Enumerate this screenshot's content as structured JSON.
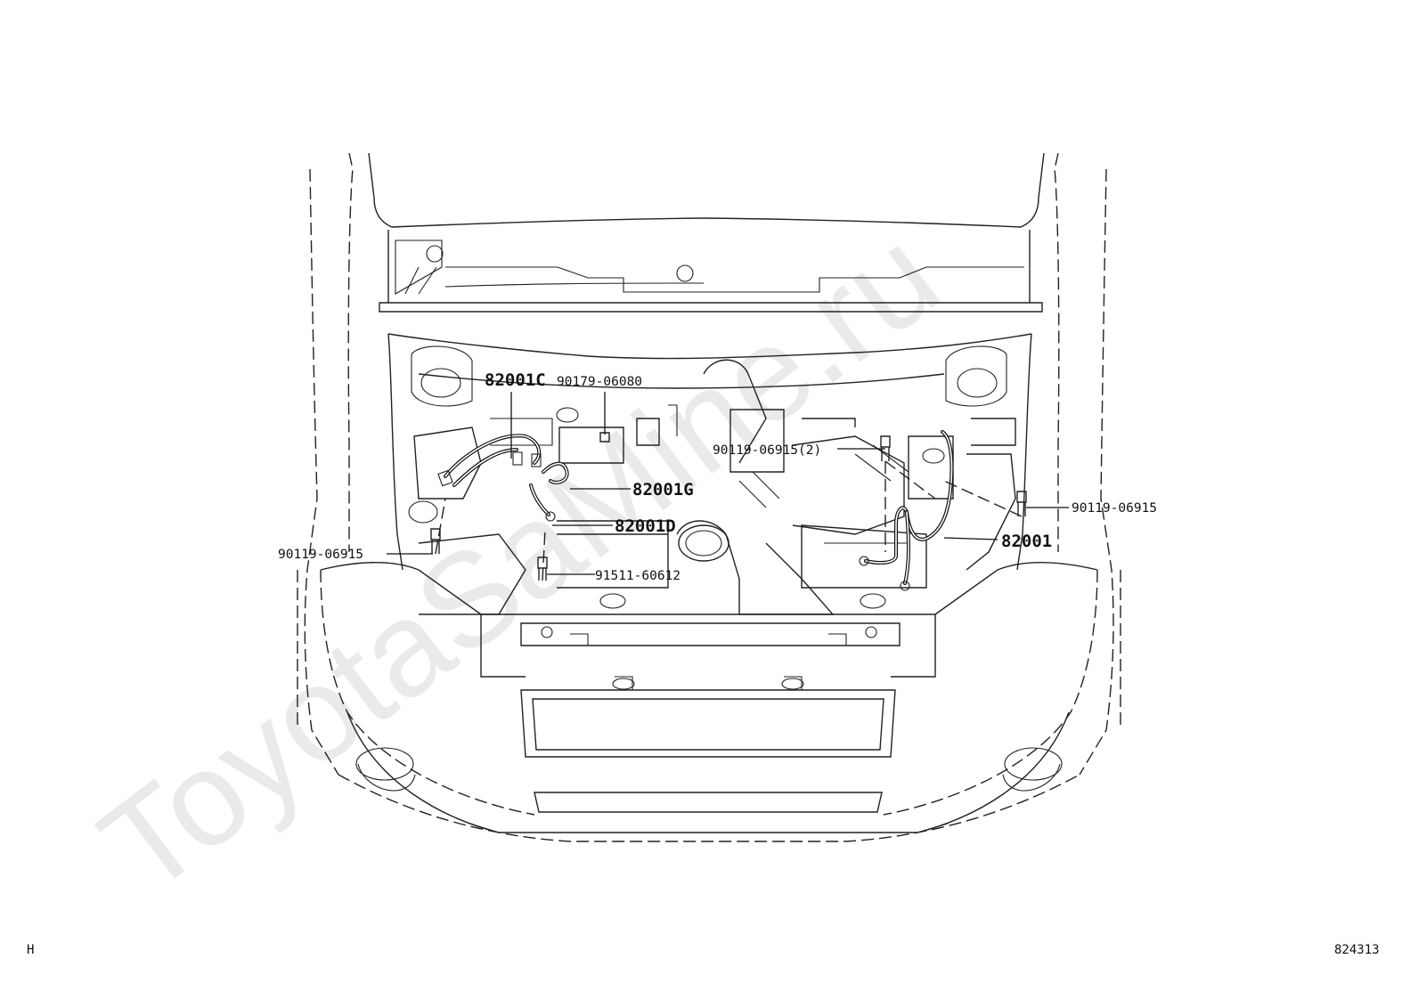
{
  "watermark": "ToyotaSaMine.ru",
  "corner_left": "H",
  "corner_right": "824313",
  "callouts": {
    "c_82001C": "82001C",
    "c_90179": "90179-06080",
    "c_82001G": "82001G",
    "c_82001D": "82001D",
    "c_91511": "91511-60612",
    "c_90119_left": "90119-06915",
    "c_90119_2": "90119-06915(2)",
    "c_90119_right": "90119-06915",
    "c_82001": "82001"
  }
}
